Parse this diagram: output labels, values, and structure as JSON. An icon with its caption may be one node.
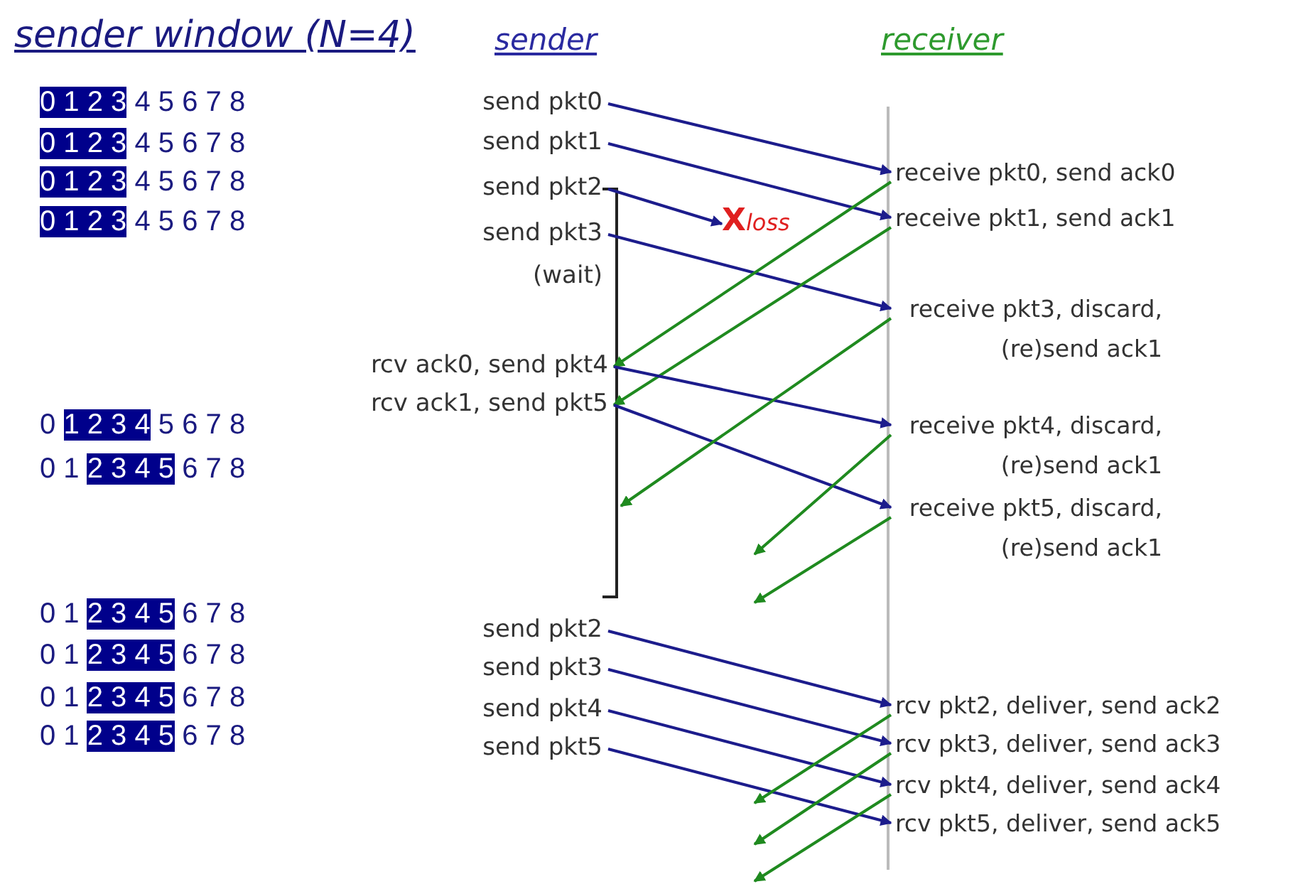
{
  "diagram": {
    "nodes": [
      {
        "text": [
          "send pkt0"
        ]
      },
      {
        "text": [
          "send pkt1"
        ]
      },
      {
        "text": [
          "send pkt2"
        ]
      },
      {
        "text": [
          "send pkt3"
        ],
        "beside": [
          "(wait)"
        ]
      },
      {
        "text": [
          "rcv ack0, send pkt4"
        ]
      },
      {
        "text": [
          "rcv ack1, send pkt5"
        ]
      },
      {
        "text": [
          "send pkt2"
        ]
      },
      {
        "text": [
          "send pkt3"
        ]
      },
      {
        "text": [
          "send pkt4"
        ]
      },
      {
        "text": [
          "send pkt5"
        ]
      },
      {
        "text": [
          "receive pkt0, send ack0"
        ]
      },
      {
        "text": [
          "receive pkt1, send ack1"
        ]
      },
      {
        "text": [
          "receive pkt3, discard, (re)send ack1"
        ]
      },
      {
        "text": [
          "receive pkt4, discard, (re)send ack1"
        ]
      },
      {
        "text": [
          "receive pkt5, discard, (re)send ack1"
        ]
      },
      {
        "text": [
          "rcv pkt2, deliver, send ack2"
        ]
      },
      {
        "text": [
          "rcv pkt3, deliver, send ack3"
        ]
      },
      {
        "text": [
          "rcv pkt4, deliver, send ack4"
        ]
      },
      {
        "text": [
          "rcv pkt5, deliver, send ack5"
        ]
      },
      {
        "text": [
          "X",
          "loss"
        ]
      }
    ],
    "edges": [
      {
        "from": 0,
        "to": 10,
        "arrow": "to"
      },
      {
        "from": 1,
        "to": 11,
        "arrow": "to"
      },
      {
        "from": 2,
        "to": 19,
        "arrow": "to"
      },
      {
        "from": 3,
        "to": 12,
        "arrow": "to"
      },
      {
        "from": 10,
        "to": 4,
        "arrow": "to",
        "color": "#1f8a1f"
      },
      {
        "from": 11,
        "to": 5,
        "arrow": "to",
        "color": "#1f8a1f"
      },
      {
        "from": 4,
        "to": 13,
        "arrow": "to"
      },
      {
        "from": 5,
        "to": 14,
        "arrow": "to"
      },
      {
        "from": 12,
        "to": null,
        "arrow": "to",
        "color": "#1f8a1f"
      },
      {
        "from": 13,
        "to": null,
        "arrow": "to",
        "color": "#1f8a1f"
      },
      {
        "from": 14,
        "to": null,
        "arrow": "to",
        "color": "#1f8a1f"
      },
      {
        "from": 6,
        "to": 15,
        "arrow": "to"
      },
      {
        "from": 7,
        "to": 16,
        "arrow": "to"
      },
      {
        "from": 8,
        "to": 17,
        "arrow": "to"
      },
      {
        "from": 9,
        "to": 18,
        "arrow": "to"
      },
      {
        "from": 15,
        "to": null,
        "arrow": "to",
        "color": "#1f8a1f"
      },
      {
        "from": 16,
        "to": null,
        "arrow": "to",
        "color": "#1f8a1f"
      },
      {
        "from": 17,
        "to": null,
        "arrow": "to",
        "color": "#1f8a1f"
      }
    ],
    "labels": [
      "sender window (N=4)",
      "sender",
      "receiver",
      "0 1 2 3 4 5 6 7 8",
      "0 1 2 3 4 5 6 7 8",
      "0 1 2 3 4 5 6 7 8",
      "0 1 2 3 4 5 6 7 8",
      "0 1 2 3 4 5 6 7 8",
      "0 1 2 3 4 5 6 7 8",
      "0 1 2 3 4 5 6 7 8",
      "0 1 2 3 4 5 6 7 8",
      "0 1 2 3 4 5 6 7 8",
      "0 1 2 3 4 5 6 7 8"
    ]
  }
}
